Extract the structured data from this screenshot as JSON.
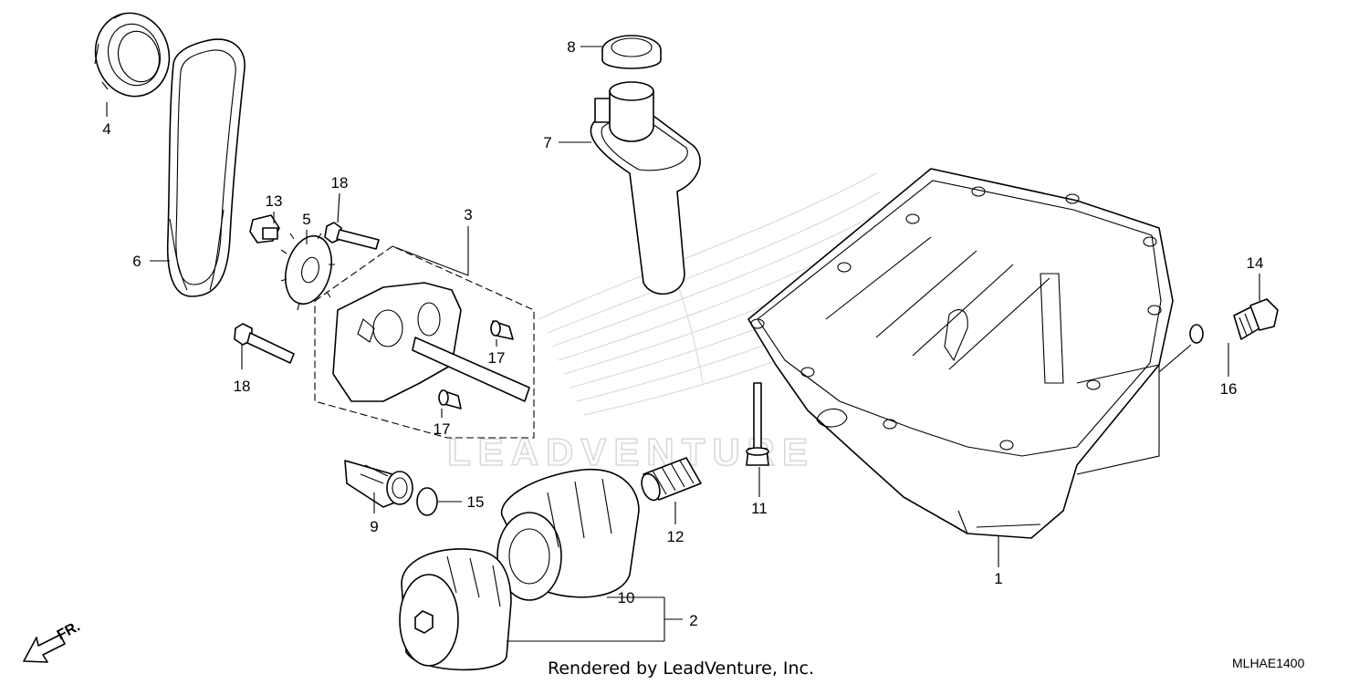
{
  "callouts": {
    "c1": "1",
    "c2": "2",
    "c3": "3",
    "c4": "4",
    "c5": "5",
    "c6": "6",
    "c7": "7",
    "c8": "8",
    "c9": "9",
    "c10": "10",
    "c11": "11",
    "c12": "12",
    "c13": "13",
    "c14": "14",
    "c15": "15",
    "c16": "16",
    "c17a": "17",
    "c17b": "17",
    "c18a": "18",
    "c18b": "18"
  },
  "footer": {
    "rendered_by": "Rendered by LeadVenture, Inc.",
    "diagram_code": "MLHAE1400"
  },
  "direction": {
    "label": "FR."
  },
  "watermark": {
    "text": "LEADVENTURE"
  },
  "colors": {
    "line": "#000000",
    "watermark": "#d9d9d9",
    "background": "#ffffff"
  }
}
